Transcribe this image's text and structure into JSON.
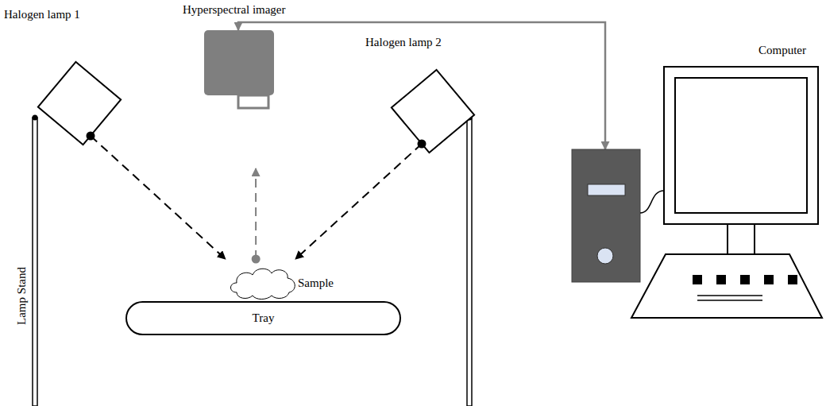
{
  "diagram": {
    "nodes": [
      {
        "text": [
          "Halogen lamp 1"
        ]
      },
      {
        "text": [
          "Hyperspectral imager"
        ]
      },
      {
        "text": [
          "Halogen lamp 2"
        ]
      },
      {
        "text": [
          "Computer"
        ]
      },
      {
        "text": [
          "Sample"
        ]
      },
      {
        "text": [
          "Tray"
        ]
      }
    ],
    "edges": [
      {
        "from": 1,
        "to": 3,
        "arrow": "both"
      },
      {
        "from": 0,
        "to": 4,
        "arrow": "to"
      },
      {
        "from": 2,
        "to": 4,
        "arrow": "to"
      },
      {
        "from": 4,
        "to": 1,
        "arrow": "to"
      }
    ],
    "labels": [
      "Lamp Stand"
    ]
  }
}
